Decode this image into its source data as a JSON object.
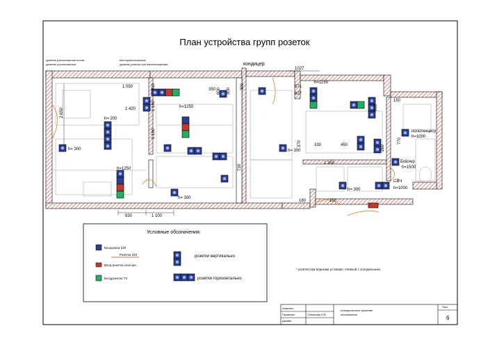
{
  "title": "План устройства групп розеток",
  "labels": {
    "kondicioner": "кондицер",
    "top_note_1": "уровень расположения полов",
    "top_note_2": "уровень расположения",
    "top_note_3": "месторасположение",
    "top_note_4": "уровень розеток при перепланировке",
    "polotencesushitel": "полотенцесу",
    "boiler": "Бойлер",
    "svch": "СВЧ",
    "footnote": "* розетки при водными устанавл. плёнкой с холодильнико"
  },
  "heights": {
    "h200_a": "h= 200",
    "h250_a": "h=1250",
    "h300_a": "h= 300",
    "h300_b": "h= 300",
    "h300_c": "h= 300",
    "h300_d": "h= 300",
    "h1250_b": "h=1250",
    "h1250_c": "h=1250",
    "h1000_a": "h=1000",
    "h1000_b": "h=1000",
    "h1500": "h=1500"
  },
  "dims": {
    "d1050": "1 050",
    "d1420": "1 420",
    "d2650": "2 650",
    "d410": "410",
    "d1160": "1 160",
    "d1150": "1 150",
    "d600": "600",
    "d800": "800",
    "d300": "300",
    "d1027": "1027",
    "d827": "827",
    "d571": "571",
    "d900": "900",
    "d150": "150",
    "d370": "370",
    "d1350": "1 350",
    "d330": "330",
    "d450": "450",
    "d260": "260",
    "d730": "730",
    "d180": "180",
    "d150b": "150",
    "d930": "930",
    "d1100": "1 100",
    "d770": "770",
    "d350": "350"
  },
  "legend": {
    "heading": "Условные обозначения:",
    "item1": "Бесдохиси 220",
    "item2": "Розетка 220",
    "item3": "Бесд розетка сенсорн",
    "item4": "Бесдрохетка TV",
    "item5": "розетки вертикально",
    "item6": "розетки горизонтально"
  },
  "stamp": {
    "row1": "Изменил",
    "row2": "Проверил",
    "row3": "Дизайн",
    "name": "Симонова Н.В.",
    "project_line1": "планировочное решение",
    "project_line2": "обозначения",
    "sheet_label": "Лист",
    "sheet_num": "6"
  },
  "colors": {
    "wall_hatch": "#c0392b",
    "socket_blue": "#2c3e8f",
    "socket_green": "#27ae60",
    "socket_red": "#c0392b",
    "door_orange": "#e67e22"
  }
}
